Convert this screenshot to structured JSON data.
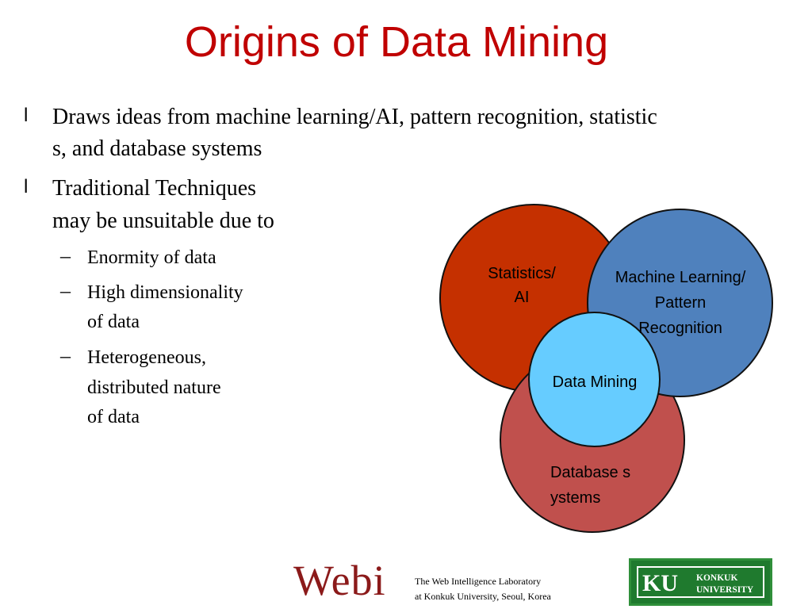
{
  "slide": {
    "title": "Origins of Data Mining",
    "bullets": [
      {
        "marker": "l",
        "lines": [
          "Draws ideas from machine learning/AI, pattern recognition, statistic",
          "s, and database systems"
        ]
      },
      {
        "marker": "l",
        "lines": [
          "Traditional Techniques",
          "may be unsuitable due to"
        ],
        "sub_items": [
          {
            "marker": "–",
            "lines": [
              "Enormity of data"
            ]
          },
          {
            "marker": "–",
            "lines": [
              "High dimensionality",
              "of data"
            ]
          },
          {
            "marker": "–",
            "lines": [
              "Heterogeneous,",
              "distributed nature",
              "of data"
            ]
          }
        ]
      }
    ]
  },
  "diagram": {
    "circles": {
      "statistics": {
        "label": "Statistics/\nAI",
        "color": "#c53000"
      },
      "machine_learning": {
        "label": "Machine Learning/\nPattern\nRecognition",
        "color": "#4f81bd"
      },
      "database": {
        "label": "Database s\nystems",
        "color": "#c0504d"
      },
      "data_mining": {
        "label": "Data Mining",
        "color": "#66ccff"
      }
    }
  },
  "footer": {
    "logo_text": "Webi",
    "lab_line1": "The Web Intelligence Laboratory",
    "lab_line2": "at Konkuk University, Seoul, Korea",
    "university_mark": "KU",
    "university_name_line1": "KONKUK",
    "university_name_line2": "UNIVERSITY"
  },
  "colors": {
    "title": "#c00000",
    "logo": "#8b1a1a",
    "badge": "#1f7a2e"
  }
}
